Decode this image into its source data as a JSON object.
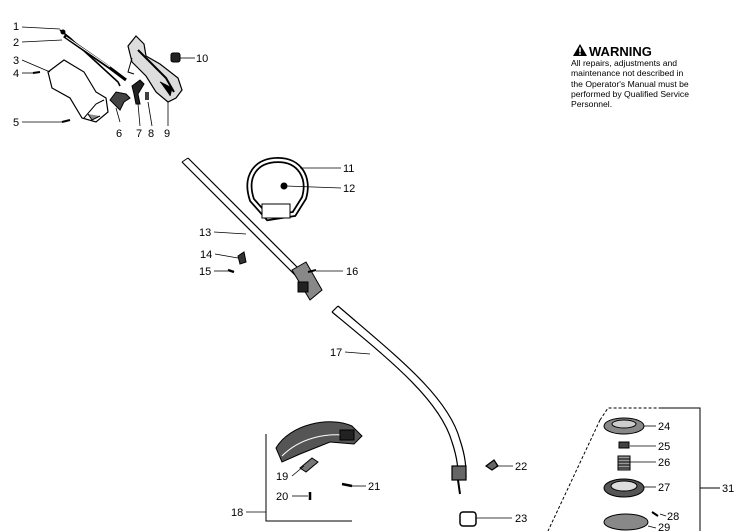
{
  "warning": {
    "title": "WARNING",
    "icon": "warning-triangle-icon",
    "lines": [
      "All repairs, adjustments and",
      "maintenance not described in",
      "the Operator's Manual must be",
      "performed by Qualified Service",
      "Personnel."
    ]
  },
  "callouts": {
    "c1": "1",
    "c2": "2",
    "c3": "3",
    "c4": "4",
    "c5": "5",
    "c6": "6",
    "c7": "7",
    "c8": "8",
    "c9": "9",
    "c10": "10",
    "c11": "11",
    "c12": "12",
    "c13": "13",
    "c14": "14",
    "c15": "15",
    "c16": "16",
    "c17": "17",
    "c18": "18",
    "c19": "19",
    "c20": "20",
    "c21": "21",
    "c22": "22",
    "c23": "23",
    "c24": "24",
    "c25": "25",
    "c26": "26",
    "c27": "27",
    "c28": "28",
    "c29": "29",
    "c31": "31"
  }
}
